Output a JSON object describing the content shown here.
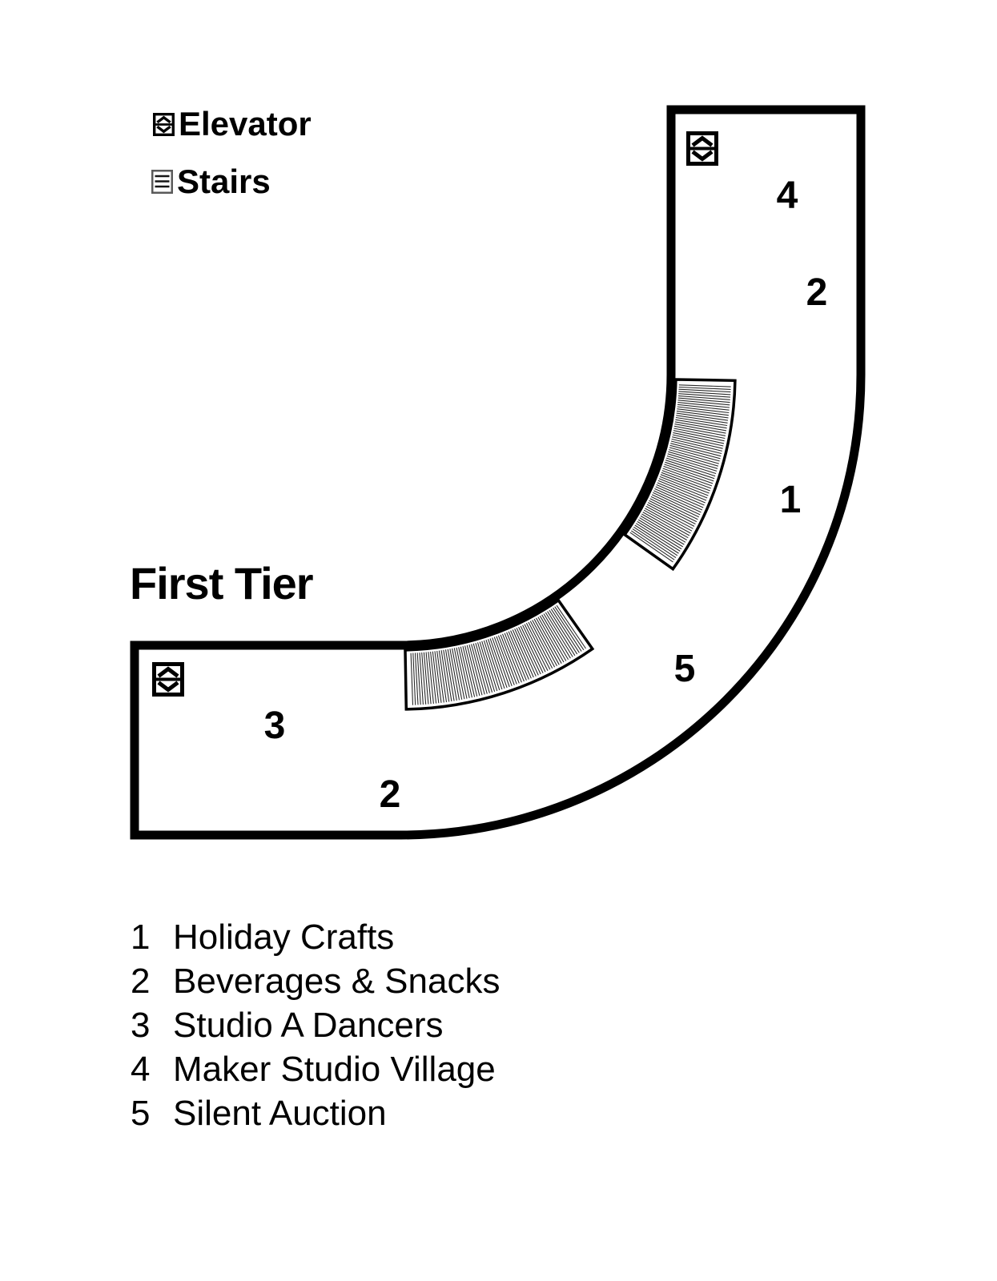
{
  "colors": {
    "ink": "#000000",
    "background": "#ffffff"
  },
  "legend": {
    "items": [
      {
        "icon": "elevator-icon",
        "label": "Elevator"
      },
      {
        "icon": "stairs-icon",
        "label": "Stairs"
      }
    ]
  },
  "title": "First Tier",
  "plan": {
    "area_labels": [
      {
        "value": "4"
      },
      {
        "value": "2"
      },
      {
        "value": "1"
      },
      {
        "value": "5"
      },
      {
        "value": "3"
      },
      {
        "value": "2"
      }
    ]
  },
  "key": {
    "entries": [
      {
        "number": "1",
        "label": "Holiday Crafts"
      },
      {
        "number": "2",
        "label": "Beverages & Snacks"
      },
      {
        "number": "3",
        "label": "Studio A Dancers"
      },
      {
        "number": "4",
        "label": "Maker Studio Village"
      },
      {
        "number": "5",
        "label": "Silent Auction"
      }
    ]
  }
}
